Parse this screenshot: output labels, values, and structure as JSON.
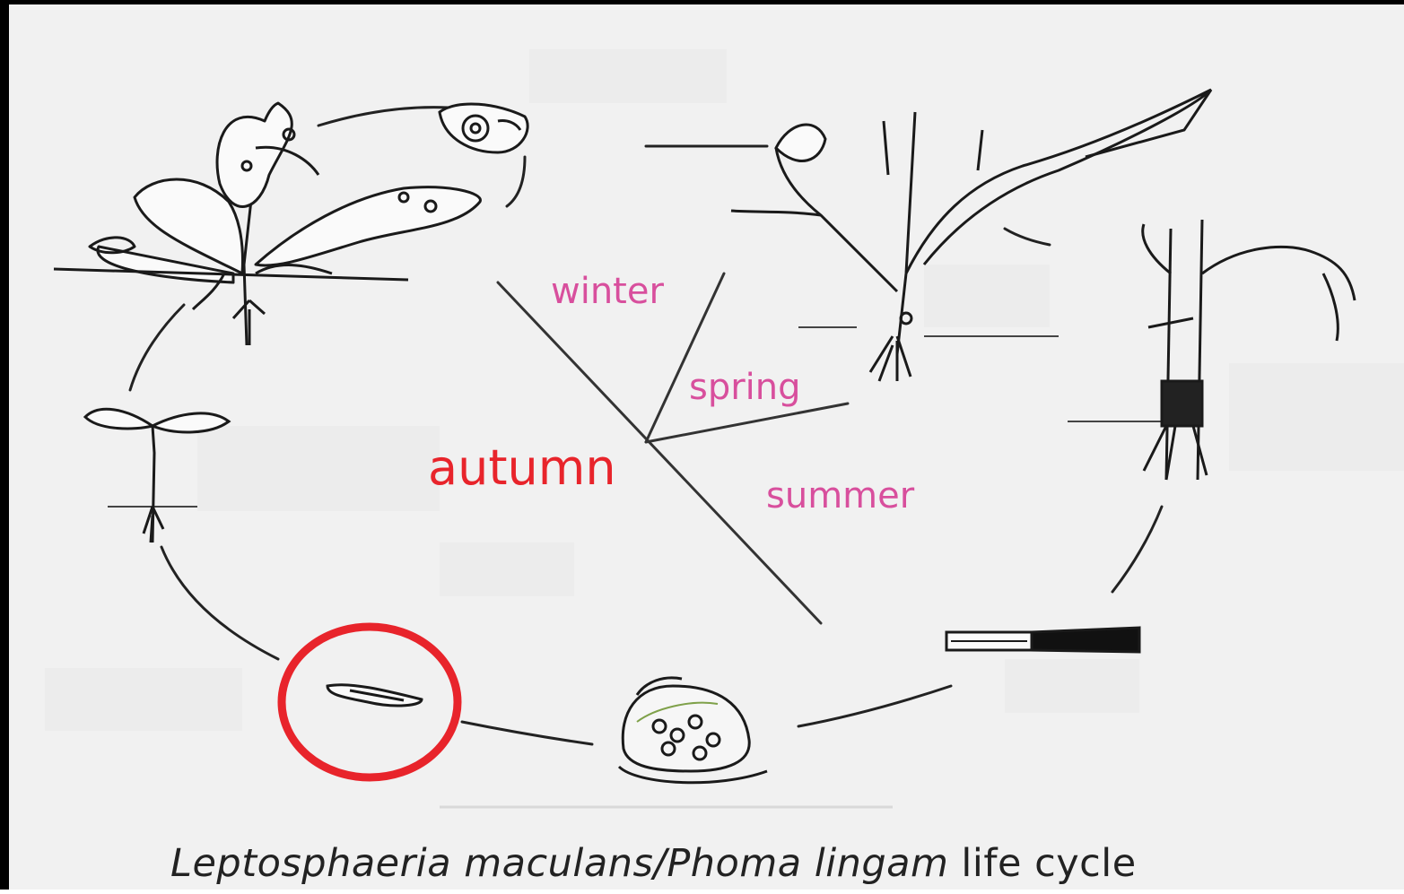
{
  "seasons": {
    "winter": "winter",
    "spring": "spring",
    "summer": "summer",
    "autumn": "autumn"
  },
  "caption": {
    "species": "Leptosphaeria maculans/Phoma lingam",
    "rest": "life cycle"
  },
  "colors": {
    "autumn": "#e8242b",
    "seasons": "#d84f9d",
    "highlight_circle": "#e8242b"
  },
  "highlight": {
    "shape": "circle",
    "target": "ascospore-on-stubble stage"
  }
}
